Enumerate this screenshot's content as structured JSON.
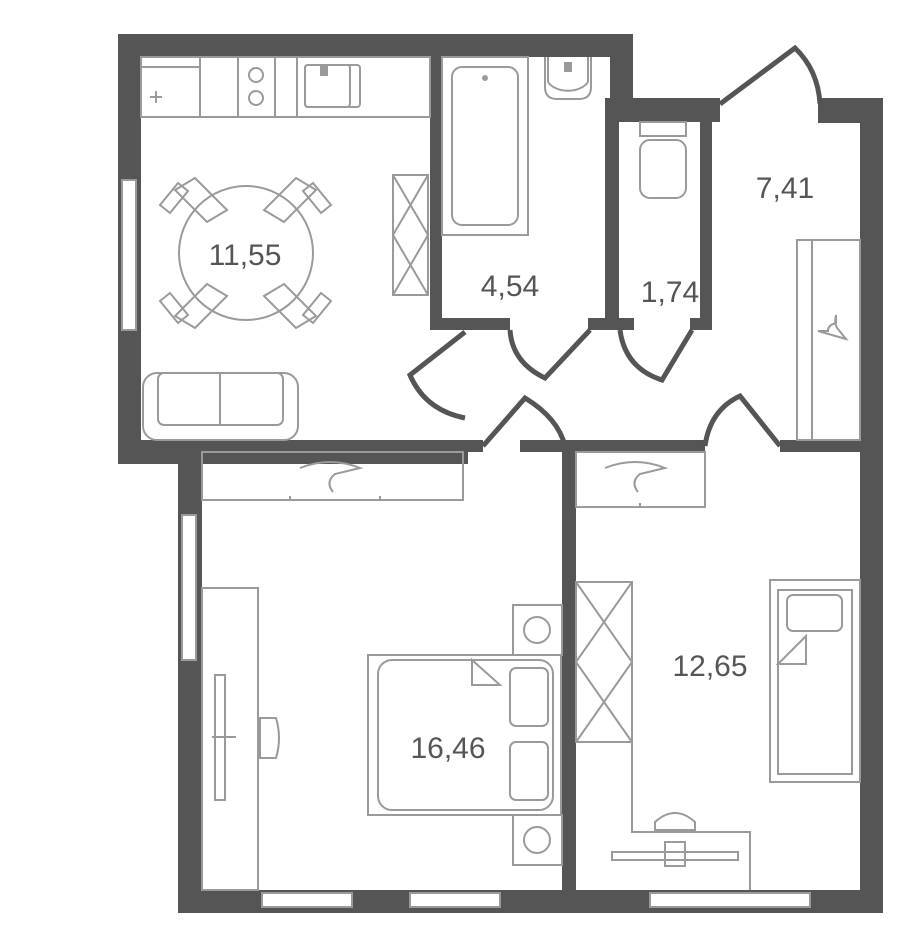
{
  "plan": {
    "wall_color": "#555555",
    "furniture_color": "#9a9a9a",
    "rooms": [
      {
        "id": "kitchen-living",
        "area": "11,55"
      },
      {
        "id": "bathroom",
        "area": "4,54"
      },
      {
        "id": "toilet",
        "area": "1,74"
      },
      {
        "id": "hallway",
        "area": "7,41"
      },
      {
        "id": "bedroom",
        "area": "16,46"
      },
      {
        "id": "bedroom-2",
        "area": "12,65"
      }
    ]
  }
}
